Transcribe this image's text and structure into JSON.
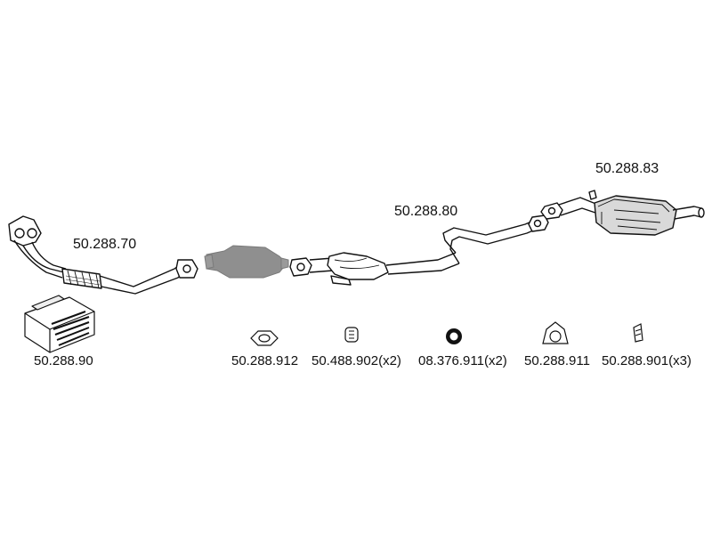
{
  "parts": {
    "front_pipe": "50.288.70",
    "middle_silencer": "50.288.80",
    "rear_silencer": "50.288.83",
    "mounting_kit": "50.288.90",
    "gasket": "50.288.912",
    "rubber_mount_a": "50.488.902(x2)",
    "sealing_ring": "08.376.911(x2)",
    "flange_gasket": "50.288.911",
    "rubber_mount_b": "50.288.901(x3)"
  },
  "colors": {
    "line": "#111111",
    "catalyst_fill": "#8f8f8f",
    "silencer_shade": "#d9d9d9"
  }
}
